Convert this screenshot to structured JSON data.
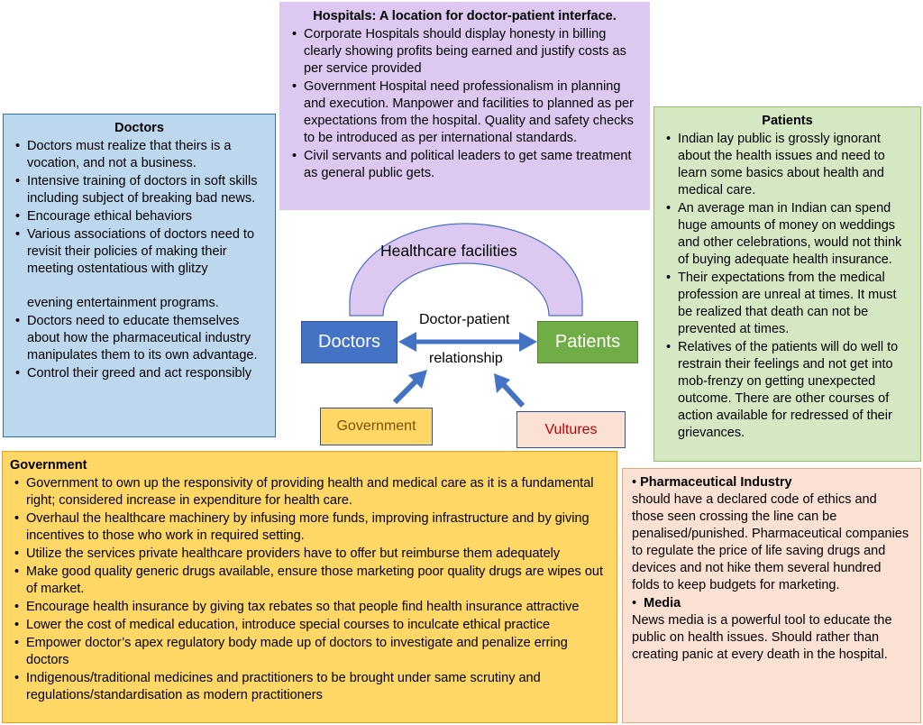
{
  "hospitals": {
    "title": "Hospitals: A location for doctor-patient interface.",
    "items": [
      "Corporate Hospitals should display honesty in billing clearly showing profits being earned and justify costs as per service provided",
      "Government Hospital need professionalism in planning and execution. Manpower and facilities to planned as per expectations from the hospital. Quality and safety checks to be introduced as per international standards.",
      "Civil servants and political leaders to get same treatment as general public gets."
    ]
  },
  "doctors": {
    "title": "Doctors",
    "items": [
      "Doctors must realize that theirs is a vocation, and not a business.",
      "Intensive training of doctors in soft skills including subject of breaking bad news.",
      "Encourage ethical behaviors",
      "Various associations of doctors need to revisit their policies of making their meeting ostentatious with glitzy",
      "evening entertainment programs.",
      "Doctors need to educate themselves about how the pharmaceutical industry manipulates them to its own advantage.",
      "Control their greed and act responsibly"
    ]
  },
  "patients": {
    "title": "Patients",
    "items": [
      "Indian lay public is grossly ignorant about the health issues and need to learn some basics about health and medical care.",
      "An average man in Indian can spend huge amounts of money on weddings and other celebrations, would not think of buying adequate health insurance.",
      "Their expectations from the medical profession are unreal at times. It must be realized that death can not be prevented  at times.",
      "Relatives of the patients will do well to restrain their feelings and not get into mob-frenzy on getting unexpected outcome. There are other courses of action available for redressed of their grievances."
    ]
  },
  "government": {
    "title": "Government",
    "items": [
      "Government to own up the responsivity of providing health and medical care as it is a fundamental right; considered increase in expenditure for health care.",
      "Overhaul the healthcare machinery by infusing more funds, improving infrastructure and by giving incentives to those who work in required setting.",
      "Utilize the services private healthcare providers have to offer but reimburse them adequately",
      "Make good quality generic drugs available, ensure those marketing poor quality drugs are wipes out of market.",
      "Encourage health insurance by giving tax rebates so that people find health insurance attractive",
      "Lower the cost of medical education, introduce special courses to inculcate ethical practice",
      "Empower doctor’s apex regulatory body made up of doctors to investigate and penalize erring doctors",
      "Indigenous/traditional medicines and practitioners to be brought under same scrutiny and regulations/standardisation as modern practitioners"
    ]
  },
  "pharma": {
    "heading": "Pharmaceutical Industry",
    "text": "should have a declared code of ethics and those seen crossing the line can be penalised/punished. Pharmaceutical companies to regulate the price of life saving drugs and devices and not hike them several hundred folds to keep budgets for marketing."
  },
  "media": {
    "heading": "Media",
    "text": "News media is a powerful tool to educate the public on health issues. Should rather than creating panic at every death in the hospital."
  },
  "center": {
    "arch_label": "Healthcare facilities",
    "doctors_label": "Doctors",
    "patients_label": "Patients",
    "relationship_top": "Doctor-patient",
    "relationship_bottom": "relationship",
    "government_label": "Government",
    "vultures_label": "Vultures"
  },
  "colors": {
    "doctors_fill": "#bdd7ee",
    "hospitals_fill": "#dcc8f0",
    "patients_fill": "#d5e8c3",
    "government_fill": "#ffd766",
    "pharma_fill": "#fbe1d4",
    "arrow": "#4472c4",
    "vultures_text": "#c00000"
  }
}
